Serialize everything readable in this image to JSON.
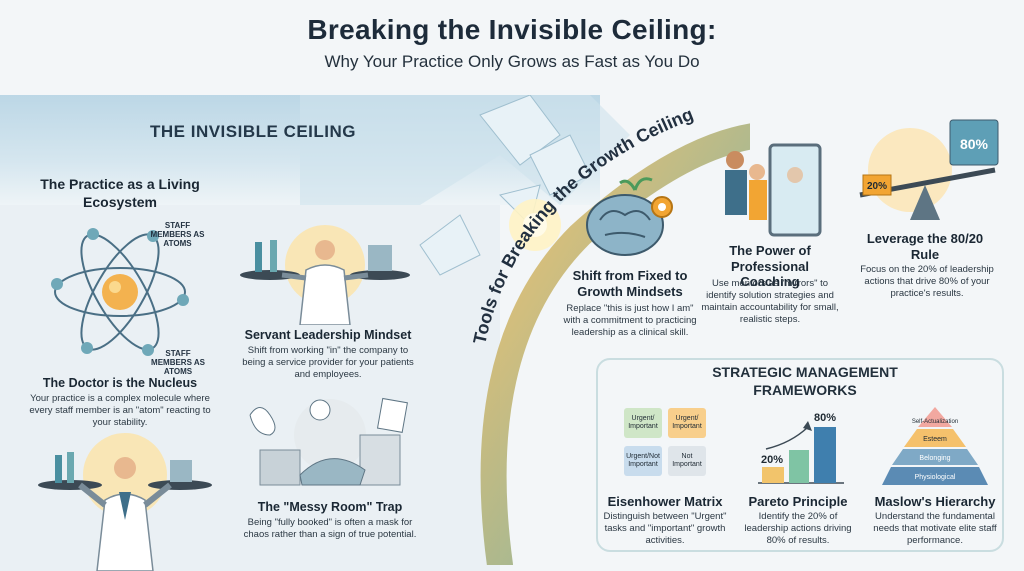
{
  "header": {
    "title": "Breaking the Invisible Ceiling:",
    "subtitle": "Why Your Practice Only Grows as Fast as You Do"
  },
  "left": {
    "ceiling_title": "THE INVISIBLE CEILING",
    "ecosystem_title": "The Practice as a Living Ecosystem",
    "atom_label_top": "STAFF MEMBERS AS ATOMS",
    "atom_label_bottom": "STAFF MEMBERS AS ATOMS",
    "nucleus_title": "The Doctor is the Nucleus",
    "nucleus_desc": "Your practice is a complex molecule where every staff member is an \"atom\" reacting to your stability.",
    "servant_title": "Servant Leadership Mindset",
    "servant_desc": "Shift from working \"in\" the company to being a service provider for your patients and employees.",
    "messy_title": "The \"Messy Room\" Trap",
    "messy_desc": "Being \"fully booked\" is often a mask for chaos rather than a sign of true potential."
  },
  "tools": {
    "arc_title": "Tools for Breaking the Growth Ceiling",
    "mindset_title": "Shift from Fixed to Growth Mindsets",
    "mindset_desc": "Replace \"this is just how I am\" with a commitment to practicing leadership as a clinical skill.",
    "coaching_title": "The Power of Professional Coaching",
    "coaching_desc": "Use mentors as \"mirrors\" to identify solution strategies and maintain accountability for small, realistic steps.",
    "rule_title": "Leverage the 80/20 Rule",
    "rule_desc": "Focus on the 20% of leadership actions that drive 80% of your practice's results.",
    "seesaw_low": "20%",
    "seesaw_high": "80%"
  },
  "frameworks": {
    "title": "STRATEGIC MANAGEMENT FRAMEWORKS",
    "eisenhower": {
      "q1": "Urgent/ Important",
      "q2": "Urgent/ Important",
      "q3": "Urgent/Not Important",
      "q4": "Not Important",
      "title": "Eisenhower Matrix",
      "desc": "Distinguish between \"Urgent\" tasks and \"important\" growth activities."
    },
    "pareto": {
      "low_label": "20%",
      "high_label": "80%",
      "title": "Pareto Principle",
      "desc": "Identify the 20% of leadership actions driving 80% of results."
    },
    "maslow": {
      "levels": [
        "Self-Actualization",
        "Esteem",
        "Belonging",
        "Physiological"
      ],
      "title": "Maslow's Hierarchy",
      "desc": "Understand the fundamental needs that motivate elite staff performance."
    }
  },
  "colors": {
    "accent_orange": "#f2a533",
    "teal": "#3f9a95",
    "navy": "#1d2b3a"
  }
}
